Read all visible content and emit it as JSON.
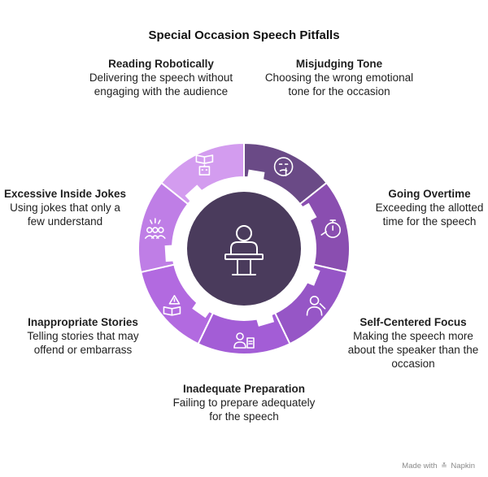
{
  "title": "Special Occasion Speech Pitfalls",
  "center": {
    "icon": "speaker-at-podium-icon",
    "color": "#4a3b5c"
  },
  "segments": [
    {
      "id": "misjudging-tone",
      "title": "Misjudging Tone",
      "description": "Choosing the wrong emotional tone for the occasion",
      "icon": "shushing-face-icon",
      "color": "#6a4a86"
    },
    {
      "id": "going-overtime",
      "title": "Going Overtime",
      "description": "Exceeding the allotted time for the speech",
      "icon": "stopwatch-hand-icon",
      "color": "#8a4eb0"
    },
    {
      "id": "self-centered-focus",
      "title": "Self-Centered Focus",
      "description": "Making the speech more about the speaker than the occasion",
      "icon": "person-pointing-self-icon",
      "color": "#9656c6"
    },
    {
      "id": "inadequate-preparation",
      "title": "Inadequate Preparation",
      "description": "Failing to prepare adequately for the speech",
      "icon": "person-with-notes-icon",
      "color": "#a35dd6"
    },
    {
      "id": "inappropriate-stories",
      "title": "Inappropriate Stories",
      "description": "Telling stories that may offend or embarrass",
      "icon": "book-warning-icon",
      "color": "#b26ae0"
    },
    {
      "id": "excessive-inside-jokes",
      "title": "Excessive Inside Jokes",
      "description": "Using jokes that only a few understand",
      "icon": "laughing-group-icon",
      "color": "#bf7ee6"
    },
    {
      "id": "reading-robotically",
      "title": "Reading Robotically",
      "description": "Delivering the speech without engaging with the audience",
      "icon": "robot-reading-icon",
      "color": "#d39cef"
    }
  ],
  "footer": {
    "prefix": "Made with",
    "brand": "Napkin"
  }
}
